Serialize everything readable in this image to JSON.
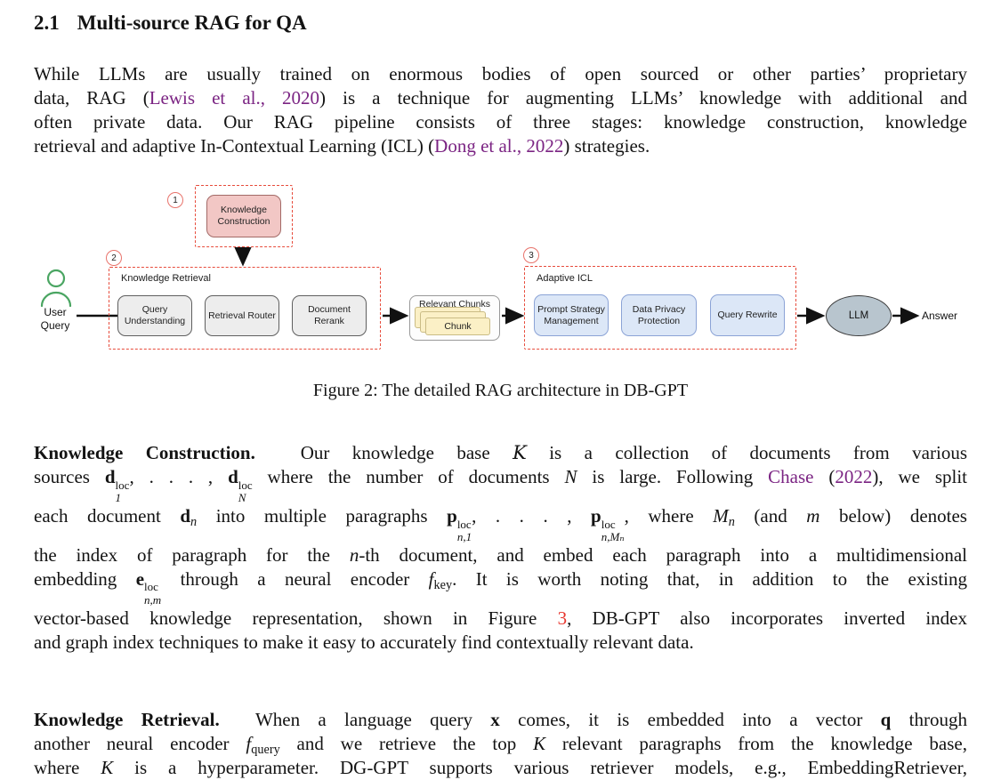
{
  "section": {
    "number": "2.1",
    "title": "Multi-source RAG for QA"
  },
  "intro": {
    "lines": [
      {
        "segs": [
          {
            "t": "While LLMs are usually trained on enormous bodies of open sourced or other parties’ proprietary",
            "s": "n"
          }
        ]
      },
      {
        "segs": [
          {
            "t": "data, RAG (",
            "s": "n"
          },
          {
            "t": "Lewis et al., 2020",
            "s": "cite"
          },
          {
            "t": ") is a technique for augmenting LLMs’ knowledge with additional and",
            "s": "n"
          }
        ]
      },
      {
        "segs": [
          {
            "t": "often private data. Our RAG pipeline consists of three stages: knowledge construction, knowledge",
            "s": "n"
          }
        ]
      },
      {
        "segs": [
          {
            "t": "retrieval and adaptive In-Contextual Learning (ICL) (",
            "s": "n"
          },
          {
            "t": "Dong et al., 2022",
            "s": "cite"
          },
          {
            "t": ") strategies.",
            "s": "n"
          }
        ]
      }
    ]
  },
  "figure": {
    "steps": [
      {
        "num": "1"
      },
      {
        "num": "2"
      },
      {
        "num": "3"
      }
    ],
    "construction_label": "Knowledge Construction",
    "retrieval": {
      "title": "Knowledge Retrieval",
      "boxes": [
        "Query Understanding",
        "Retrieval Router",
        "Document Rerank"
      ]
    },
    "icl": {
      "title": "Adaptive ICL",
      "boxes": [
        "Prompt Strategy Management",
        "Data Privacy Protection",
        "Query Rewrite"
      ]
    },
    "user": {
      "line1": "User",
      "line2": "Query"
    },
    "chunks": {
      "title": "Relevant Chunks",
      "card": "Chunk"
    },
    "llm": "LLM",
    "answer": "Answer"
  },
  "caption": "Figure 2: The detailed RAG architecture in DB-GPT",
  "kc": {
    "lines": [
      {
        "segs": [
          {
            "t": "Knowledge Construction.",
            "s": "b"
          },
          {
            "t": "  Our knowledge base ",
            "s": "n"
          },
          {
            "t": "K",
            "s": "cal"
          },
          {
            "t": " is a collection of documents from various",
            "s": "n"
          }
        ]
      },
      {
        "segs": [
          {
            "t": "sources ",
            "s": "n"
          },
          {
            "t": "d",
            "s": "bm"
          },
          {
            "t": "loc|1",
            "s": "ss"
          },
          {
            "t": ", . . . , ",
            "s": "n"
          },
          {
            "t": "d",
            "s": "bm"
          },
          {
            "t": "loc|N",
            "s": "ss"
          },
          {
            "t": " where the number of documents ",
            "s": "n"
          },
          {
            "t": "N",
            "s": "i"
          },
          {
            "t": " is large. Following ",
            "s": "n"
          },
          {
            "t": "Chase",
            "s": "cite"
          },
          {
            "t": " (",
            "s": "n"
          },
          {
            "t": "2022",
            "s": "cite"
          },
          {
            "t": "), we split",
            "s": "n"
          }
        ]
      },
      {
        "segs": [
          {
            "t": "each document ",
            "s": "n"
          },
          {
            "t": "d",
            "s": "bm"
          },
          {
            "t": "n",
            "s": "subi"
          },
          {
            "t": " into multiple paragraphs ",
            "s": "n"
          },
          {
            "t": "p",
            "s": "bm"
          },
          {
            "t": "loc|n,1",
            "s": "ss"
          },
          {
            "t": ", . . . , ",
            "s": "n"
          },
          {
            "t": "p",
            "s": "bm"
          },
          {
            "t": "loc|n,Mₙ",
            "s": "ss"
          },
          {
            "t": ", where ",
            "s": "n"
          },
          {
            "t": "M",
            "s": "i"
          },
          {
            "t": "n",
            "s": "subi"
          },
          {
            "t": " (and ",
            "s": "n"
          },
          {
            "t": "m",
            "s": "i"
          },
          {
            "t": " below) denotes",
            "s": "n"
          }
        ]
      },
      {
        "segs": [
          {
            "t": "the index of paragraph for the ",
            "s": "n"
          },
          {
            "t": "n",
            "s": "i"
          },
          {
            "t": "-th document, and embed each paragraph into a multidimensional",
            "s": "n"
          }
        ]
      },
      {
        "segs": [
          {
            "t": "embedding ",
            "s": "n"
          },
          {
            "t": "e",
            "s": "bm"
          },
          {
            "t": "loc|n,m",
            "s": "ss"
          },
          {
            "t": " through a neural encoder ",
            "s": "n"
          },
          {
            "t": "f",
            "s": "i"
          },
          {
            "t": "key",
            "s": "sub"
          },
          {
            "t": ". It is worth noting that, in addition to the existing",
            "s": "n"
          }
        ]
      },
      {
        "segs": [
          {
            "t": "vector-based knowledge representation, shown in Figure ",
            "s": "n"
          },
          {
            "t": "3",
            "s": "red"
          },
          {
            "t": ", DB-GPT also incorporates inverted index",
            "s": "n"
          }
        ]
      },
      {
        "segs": [
          {
            "t": "and graph index techniques to make it easy to accurately find contextually relevant data.",
            "s": "n"
          }
        ]
      }
    ]
  },
  "kr": {
    "lines": [
      {
        "segs": [
          {
            "t": "Knowledge Retrieval.",
            "s": "b"
          },
          {
            "t": "  When a language query ",
            "s": "n"
          },
          {
            "t": "x",
            "s": "bm"
          },
          {
            "t": " comes, it is embedded into a vector ",
            "s": "n"
          },
          {
            "t": "q",
            "s": "bm"
          },
          {
            "t": " through",
            "s": "n"
          }
        ]
      },
      {
        "segs": [
          {
            "t": "another neural encoder ",
            "s": "n"
          },
          {
            "t": "f",
            "s": "i"
          },
          {
            "t": "query",
            "s": "sub"
          },
          {
            "t": " and we retrieve the top ",
            "s": "n"
          },
          {
            "t": "K",
            "s": "i"
          },
          {
            "t": " relevant paragraphs from the knowledge base,",
            "s": "n"
          }
        ]
      },
      {
        "segs": [
          {
            "t": "where ",
            "s": "n"
          },
          {
            "t": "K",
            "s": "i"
          },
          {
            "t": " is a hyperparameter. DG-GPT supports various retriever models, e.g., EmbeddingRetriever,",
            "s": "n"
          }
        ]
      }
    ]
  },
  "colors": {
    "citation": "#7b2483",
    "figure_ref": "#e8352d",
    "dashed_red": "#e74c3c",
    "circle_red": "#e8736b",
    "construction_fill": "#f2c7c5",
    "construction_border": "#a36a67",
    "gray_fill": "#ededed",
    "gray_border": "#5f5f5f",
    "blue_fill": "#dce7f7",
    "blue_border": "#8ba3d6",
    "chunk_fill": "#fbf0c6",
    "chunk_border": "#cabc85",
    "chunks_box_border": "#999999",
    "llm_fill": "#b8c5ce",
    "llm_border": "#3c3c3c",
    "user_green": "#4aa562",
    "arrow": "#111111"
  }
}
